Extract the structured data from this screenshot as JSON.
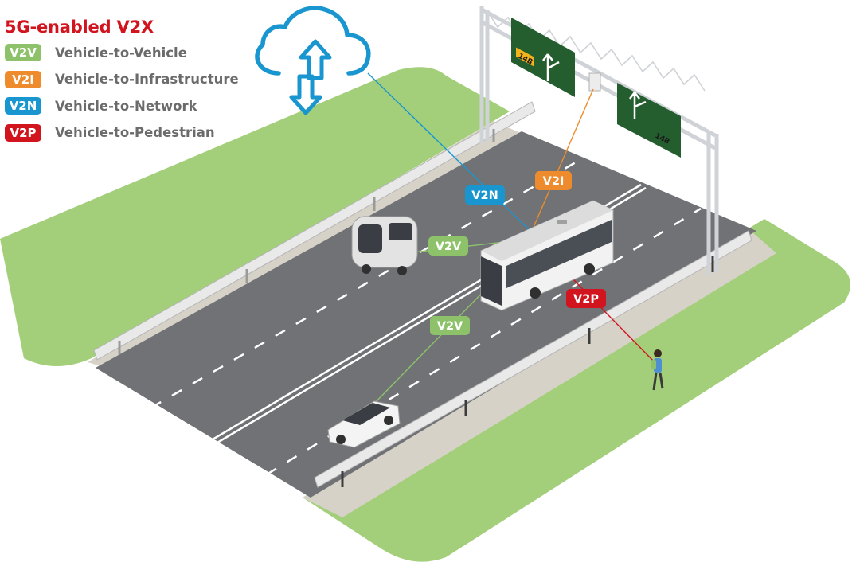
{
  "title": "5G-enabled V2X",
  "colors": {
    "title": "#d2141e",
    "v2v": "#8dc26b",
    "v2i": "#ee8c2d",
    "v2n": "#1996cf",
    "v2p": "#d2141e",
    "grass": "#a3cf7a",
    "road": "#707275",
    "road_shoulder": "#d7d2c8",
    "sign": "#245e2f",
    "sign_tag": "#f3b31b"
  },
  "legend": [
    {
      "code": "V2V",
      "label": "Vehicle-to-Vehicle",
      "color_key": "v2v"
    },
    {
      "code": "V2I",
      "label": "Vehicle-to-Infrastructure",
      "color_key": "v2i"
    },
    {
      "code": "V2N",
      "label": "Vehicle-to-Network",
      "color_key": "v2n"
    },
    {
      "code": "V2P",
      "label": "Vehicle-to-Pedestrian",
      "color_key": "v2p"
    }
  ],
  "scene_labels": {
    "v2n": "V2N",
    "v2i": "V2I",
    "v2v_top": "V2V",
    "v2v_bottom": "V2V",
    "v2p": "V2P"
  },
  "signs": {
    "left_tag": "14B",
    "right_tag": "14B"
  },
  "icons": [
    "cloud-icon",
    "up-down-arrow-icon",
    "pedestrian-icon"
  ]
}
